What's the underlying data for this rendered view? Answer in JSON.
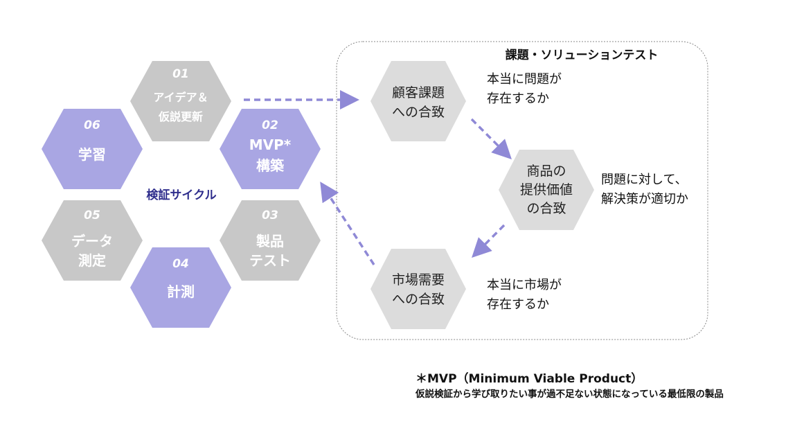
{
  "colors": {
    "gray_hex": "#c8c8c8",
    "purple_hex": "#a9a6e3",
    "light_hex": "#dcdcdc",
    "arrow": "#8f89d6",
    "center_label": "#2e2d8c",
    "box_border": "#888888"
  },
  "cycle": {
    "center_label": "検証サイクル",
    "steps": [
      {
        "num": "01",
        "lines": [
          "アイデア＆",
          "仮説更新"
        ]
      },
      {
        "num": "02",
        "lines": [
          "MVP*",
          "構築"
        ]
      },
      {
        "num": "03",
        "lines": [
          "製品",
          "テスト"
        ]
      },
      {
        "num": "04",
        "lines": [
          "計測"
        ]
      },
      {
        "num": "05",
        "lines": [
          "データ",
          "測定"
        ]
      },
      {
        "num": "06",
        "lines": [
          "学習"
        ]
      }
    ]
  },
  "test_box": {
    "title": "課題・ソリューションテスト",
    "items": [
      {
        "hex_lines": [
          "顧客課題",
          "への合致"
        ],
        "note_lines": [
          "本当に問題が",
          "存在するか"
        ]
      },
      {
        "hex_lines": [
          "商品の",
          "提供価値",
          "の合致"
        ],
        "note_lines": [
          "問題に対して、",
          "解決策が適切か"
        ]
      },
      {
        "hex_lines": [
          "市場需要",
          "への合致"
        ],
        "note_lines": [
          "本当に市場が",
          "存在するか"
        ]
      }
    ]
  },
  "footnote": {
    "title": "＊MVP（Minimum Viable Product）",
    "description": "仮説検証から学び取りたい事が過不足ない状態になっている最低限の製品"
  }
}
